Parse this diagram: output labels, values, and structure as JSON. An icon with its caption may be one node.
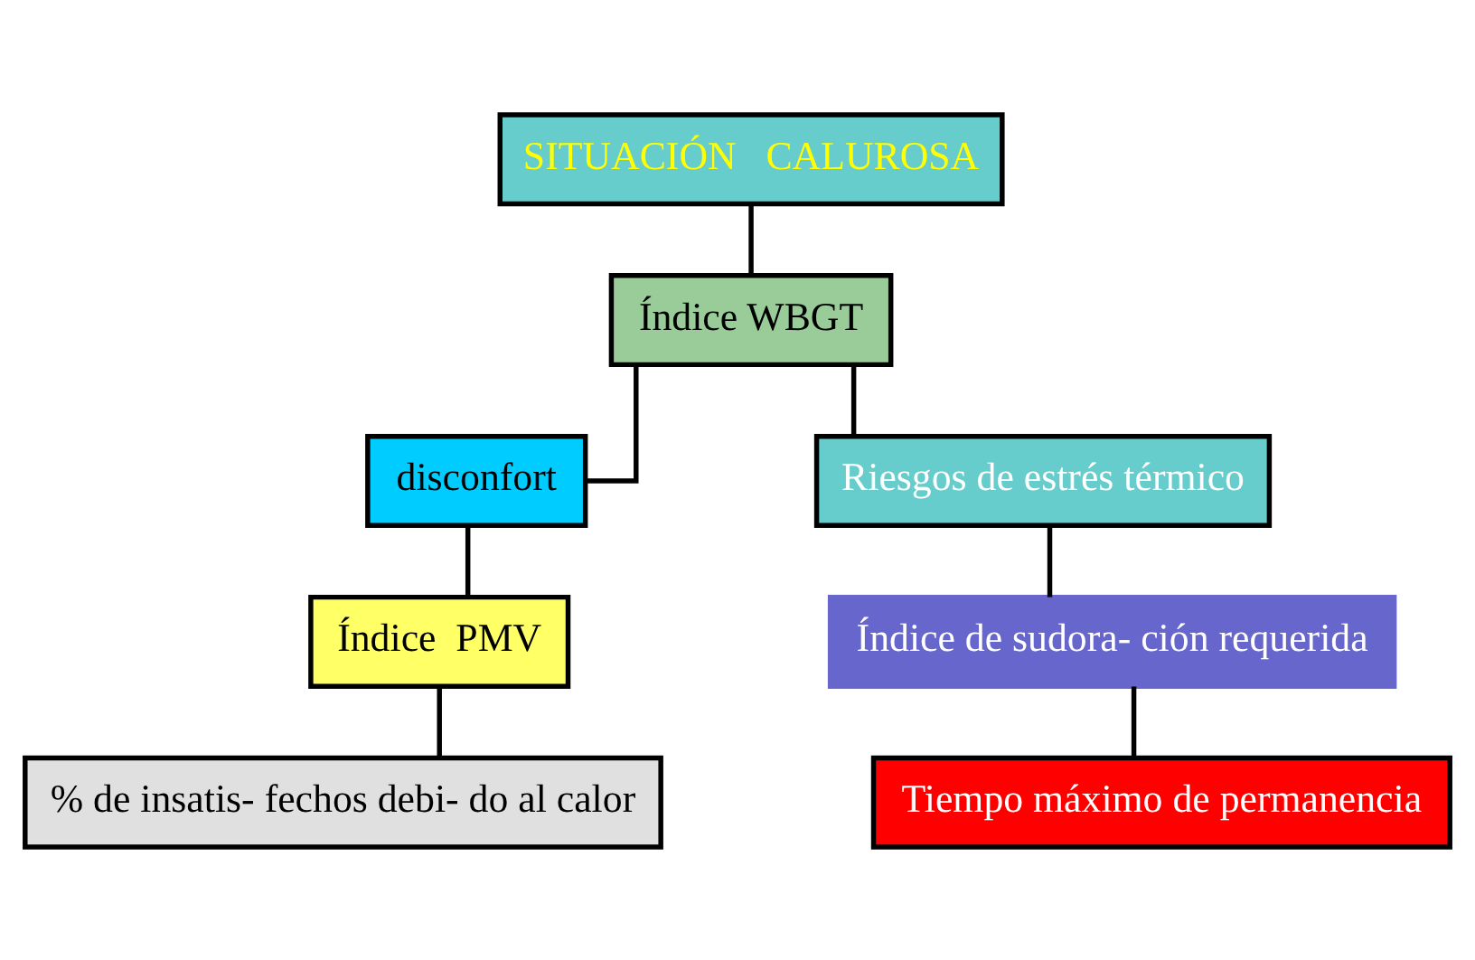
{
  "diagram": {
    "nodes": [
      {
        "text": [
          "SITUACIÓN   CALUROSA"
        ]
      },
      {
        "text": [
          "Índice WBGT"
        ]
      },
      {
        "text": [
          "disconfort"
        ]
      },
      {
        "text": [
          "Índice  PMV"
        ]
      },
      {
        "text": [
          "% de insatis- fechos debi- do al calor"
        ]
      },
      {
        "text": [
          "Riesgos de estrés térmico"
        ]
      },
      {
        "text": [
          "Índice de sudora- ción requerida"
        ]
      },
      {
        "text": [
          "Tiempo máximo de permanencia"
        ]
      }
    ],
    "edges": [
      {
        "from": 0,
        "to": 1,
        "arrow": "none"
      },
      {
        "from": 1,
        "to": 2,
        "arrow": "none"
      },
      {
        "from": 1,
        "to": 5,
        "arrow": "none"
      },
      {
        "from": 2,
        "to": 3,
        "arrow": "none"
      },
      {
        "from": 3,
        "to": 4,
        "arrow": "none"
      },
      {
        "from": 5,
        "to": 6,
        "arrow": "none"
      },
      {
        "from": 6,
        "to": 7,
        "arrow": "none"
      }
    ]
  }
}
